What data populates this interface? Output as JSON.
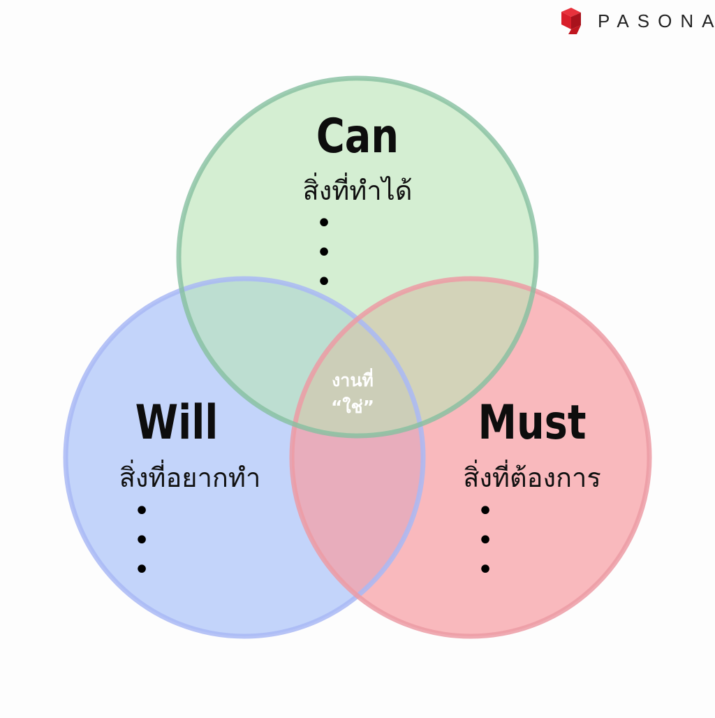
{
  "brand": {
    "logo_text": "PASONA",
    "logo_color": "#d81e2a"
  },
  "diagram": {
    "circles": {
      "can": {
        "title": "Can",
        "subtitle": "สิ่งที่ทำได้",
        "bullets": [
          "•",
          "•",
          "•"
        ],
        "fill": "#b9e5b6",
        "stroke": "#95c9a8"
      },
      "will": {
        "title": "Will",
        "subtitle": "สิ่งที่อยากทำ",
        "bullets": [
          "•",
          "•",
          "•"
        ],
        "fill": "#a7c0f7",
        "stroke": "#a9b8f5"
      },
      "must": {
        "title": "Must",
        "subtitle": "สิ่งที่ต้องการ",
        "bullets": [
          "•",
          "•",
          "•"
        ],
        "fill": "#f79ea3",
        "stroke": "#ec9ba5"
      }
    },
    "center": {
      "line1": "งานที่",
      "line2": "“ใช่”",
      "color": "#ffffff"
    }
  }
}
